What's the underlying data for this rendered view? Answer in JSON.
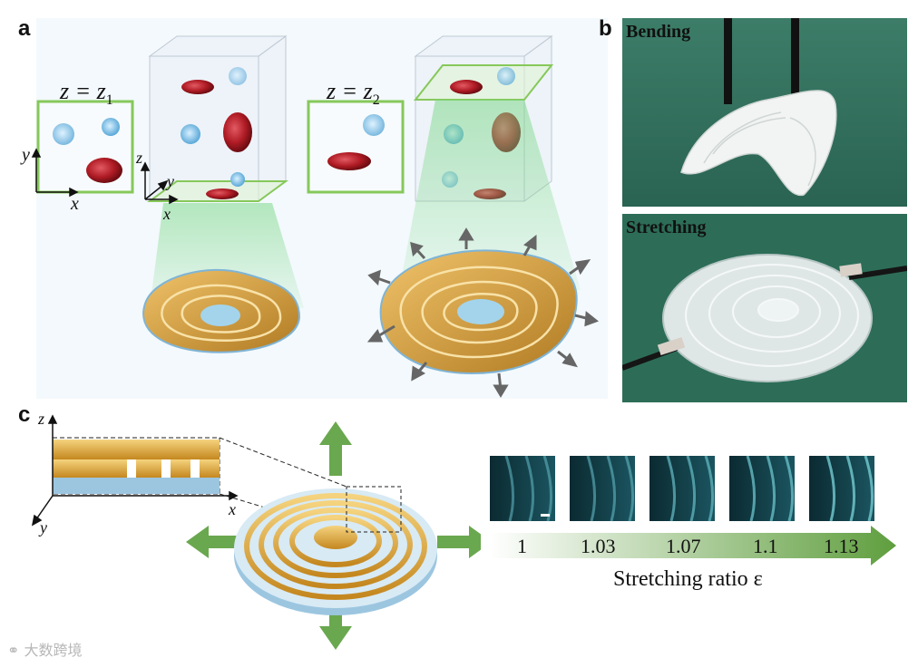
{
  "panels": {
    "a": {
      "label": "a",
      "left_slice": {
        "eq": "z = z",
        "sub": "1"
      },
      "right_slice": {
        "eq": "z = z",
        "sub": "2"
      },
      "axes": {
        "x": "x",
        "y": "y",
        "z": "z"
      }
    },
    "b": {
      "label": "b",
      "top_photo_label": "Bending",
      "bottom_photo_label": "Stretching"
    },
    "c": {
      "label": "c",
      "axes": {
        "x": "x",
        "y": "y",
        "z": "z"
      },
      "ratios": [
        "1",
        "1.03",
        "1.07",
        "1.1",
        "1.13"
      ],
      "axis_title": "Stretching ratio ε"
    }
  },
  "watermark": "大数跨境",
  "colors": {
    "gold": "#d6a33c",
    "green_arrow": "#6aa84f",
    "cell_red": "#b11c25",
    "cell_blue": "#5aa8d8",
    "photo_green": "#2f6f5b",
    "micro_teal": "#1f5c66"
  }
}
